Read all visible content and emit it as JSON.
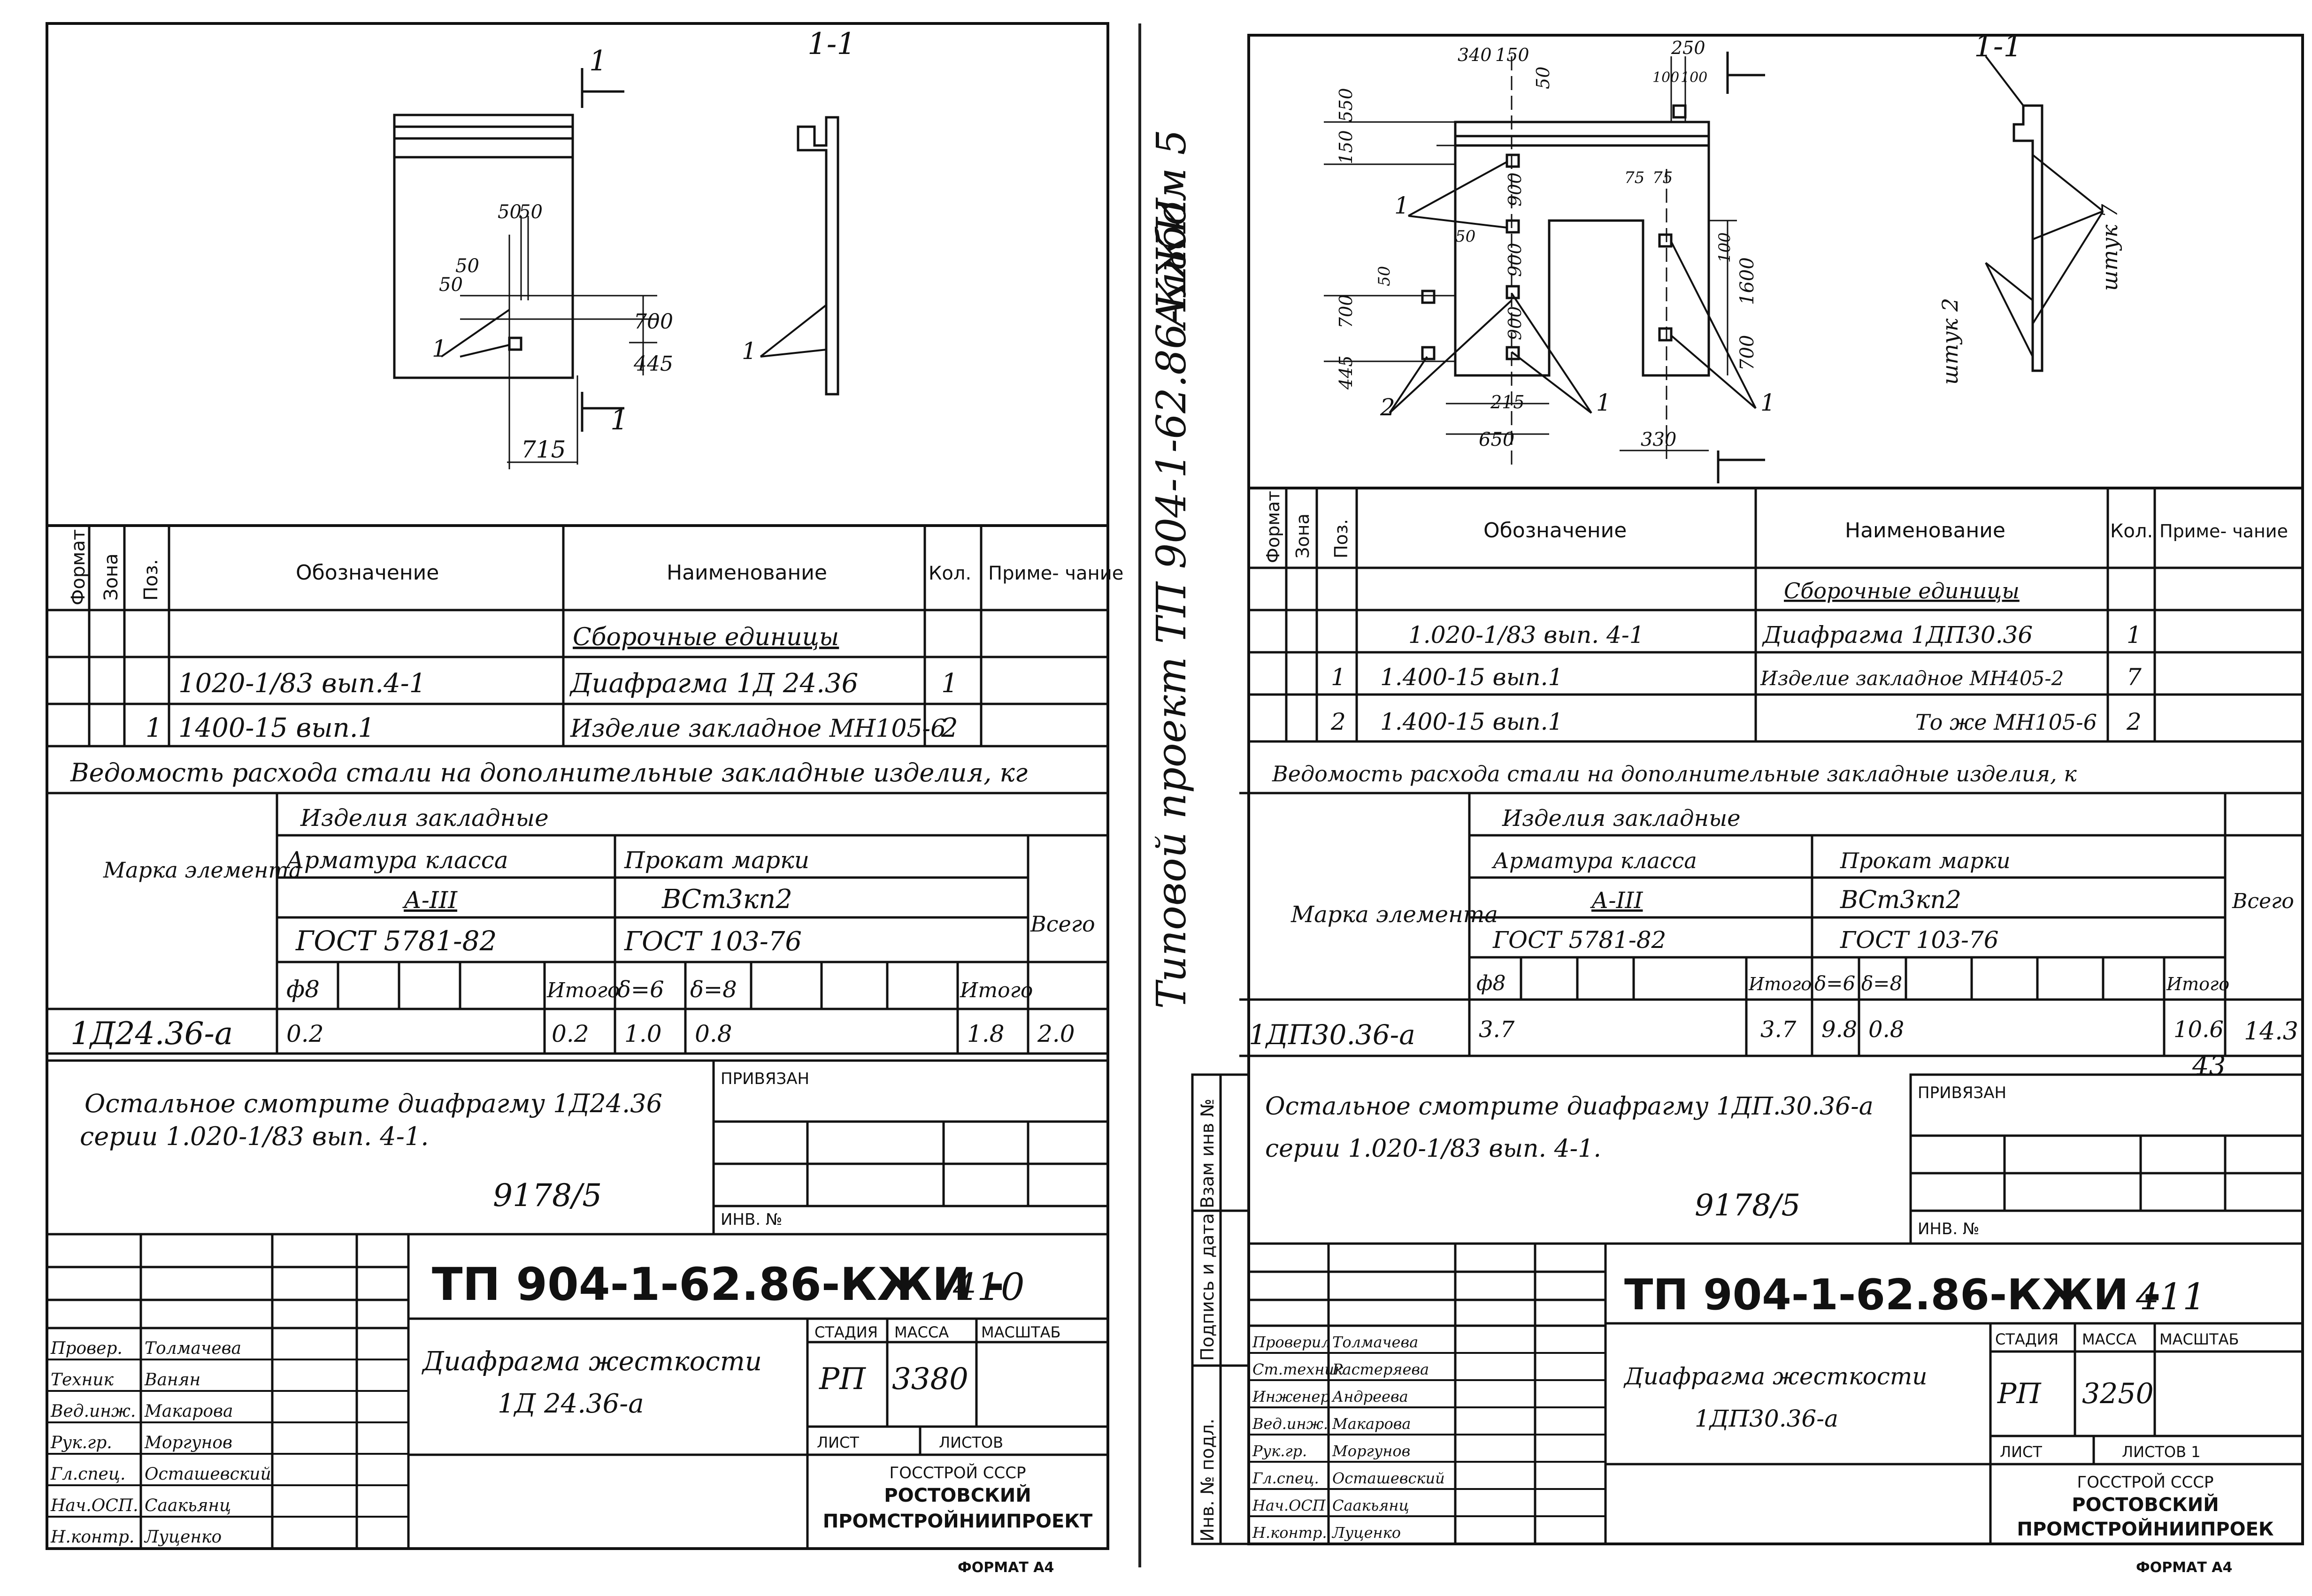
{
  "vertical_caption": {
    "album": "Альбом 5",
    "project": "Типовой проект ТП 904-1-62.86-КЖИ"
  },
  "side_stamp": {
    "inv_podl": "Инв. № подл.",
    "podpis": "Подпись и дата",
    "vzam": "Взам инв №"
  },
  "left": {
    "section_label": "1-1",
    "drawing": {
      "cut_mark": "1",
      "dims": [
        "50",
        "50",
        "50",
        "50",
        "700",
        "445",
        "715"
      ],
      "pos": "1"
    },
    "spec": {
      "headers": [
        "Формат",
        "Зона",
        "Поз.",
        "Обозначение",
        "Наименование",
        "Кол.",
        "Приме- чание"
      ],
      "group": "Сборочные единицы",
      "rows": [
        {
          "pos": "",
          "code": "1020-1/83 вып.4-1",
          "name": "Диафрагма 1Д 24.36",
          "qty": "1"
        },
        {
          "pos": "1",
          "code": "1400-15 вып.1",
          "name": "Изделие закладное МН105-6",
          "qty": "2"
        }
      ]
    },
    "steel": {
      "title": "Ведомость расхода стали на дополнительные закладные изделия, кг",
      "mark_header": "Марка элемента",
      "products": "Изделия закладные",
      "arm_class": "Арматура класса",
      "arm_grade": "А-III",
      "arm_gost": "ГОСТ 5781-82",
      "prokat": "Прокат марки",
      "prokat_grade": "ВСт3кп2",
      "prokat_gost": "ГОСТ 103-76",
      "total": "Всего",
      "cols": [
        "ф8",
        "",
        "",
        "",
        "Итого",
        "δ=6",
        "δ=8",
        "",
        "",
        "",
        "Итого"
      ],
      "row": {
        "mark": "1Д24.36-а",
        "vals": [
          "0.2",
          "",
          "",
          "",
          "0.2",
          "1.0",
          "0.8",
          "",
          "",
          "",
          "1.8"
        ],
        "total": "2.0"
      }
    },
    "note_l1": "Остальное смотрите диафрагму 1Д24.36",
    "note_l2": "серии 1.020-1/83 вып. 4-1.",
    "doc_no": "9178/5",
    "privyazan": "ПРИВЯЗАН",
    "inv": "ИНВ. №",
    "stamp": {
      "code": "ТП 904-1-62.86-КЖИ -",
      "sheet_no": "410",
      "title_l1": "Диафрагма жесткости",
      "title_l2": "1Д 24.36-а",
      "stage_h": "СТАДИЯ",
      "mass_h": "МАССА",
      "scale_h": "МАСШТАБ",
      "stage": "РП",
      "mass": "3380",
      "list": "ЛИСТ",
      "listov": "ЛИСТОВ",
      "org1": "ГОССТРОЙ СССР",
      "org2": "РОСТОВСКИЙ",
      "org3": "ПРОМСТРОЙНИИПРОЕКТ",
      "people": [
        {
          "role": "Провер.",
          "name": "Толмачева"
        },
        {
          "role": "Техник",
          "name": "Ванян"
        },
        {
          "role": "Вед.инж.",
          "name": "Макарова"
        },
        {
          "role": "Рук.гр.",
          "name": "Моргунов"
        },
        {
          "role": "Гл.спец.",
          "name": "Осташевский"
        },
        {
          "role": "Нач.ОСП.",
          "name": "Саакьянц"
        },
        {
          "role": "Н.контр.",
          "name": "Луценко"
        }
      ]
    },
    "format": "ФОРМАТ А4"
  },
  "right": {
    "section_label": "1-1",
    "drawing": {
      "dims_top": [
        "340",
        "150",
        "250",
        "100",
        "100"
      ],
      "dims_left": [
        "150",
        "550",
        "50",
        "50",
        "700",
        "50",
        "445"
      ],
      "dims_mid": [
        "900",
        "900",
        "900",
        "75",
        "75",
        "100",
        "1600",
        "700"
      ],
      "dims_bot": [
        "215",
        "650",
        "330"
      ],
      "pos": [
        "1",
        "1",
        "2",
        "1"
      ],
      "count1": "штук 7",
      "count2": "штук 2"
    },
    "spec": {
      "headers": [
        "Формат",
        "Зона",
        "Поз.",
        "Обозначение",
        "Наименование",
        "Кол.",
        "Приме- чание"
      ],
      "group": "Сборочные единицы",
      "rows": [
        {
          "pos": "",
          "code": "1.020-1/83 вып. 4-1",
          "name": "Диафрагма 1ДП30.36",
          "qty": "1"
        },
        {
          "pos": "1",
          "code": "1.400-15 вып.1",
          "name": "Изделие закладное МН405-2",
          "qty": "7"
        },
        {
          "pos": "2",
          "code": "1.400-15 вып.1",
          "name": "То же МН105-6",
          "qty": "2"
        }
      ]
    },
    "steel": {
      "title": "Ведомость расхода стали на дополнительные закладные изделия, к",
      "mark_header": "Марка элемента",
      "products": "Изделия закладные",
      "arm_class": "Арматура класса",
      "arm_grade": "А-III",
      "arm_gost": "ГОСТ 5781-82",
      "prokat": "Прокат марки",
      "prokat_grade": "ВСт3кп2",
      "prokat_gost": "ГОСТ 103-76",
      "total": "Всего",
      "cols": [
        "ф8",
        "",
        "",
        "",
        "Итого",
        "δ=6",
        "δ=8",
        "",
        "",
        "",
        "Итого"
      ],
      "row": {
        "mark": "1ДП30.36-а",
        "vals": [
          "3.7",
          "",
          "",
          "",
          "3.7",
          "9.8",
          "0.8",
          "",
          "",
          "",
          "10.6"
        ],
        "total": "14.3"
      },
      "extra": "43"
    },
    "note_l1": "Остальное смотрите диафрагму 1ДП.30.36-а",
    "note_l2": "серии 1.020-1/83 вып. 4-1.",
    "doc_no": "9178/5",
    "privyazan": "ПРИВЯЗАН",
    "inv": "ИНВ. №",
    "stamp": {
      "code": "ТП 904-1-62.86-КЖИ -",
      "sheet_no": "411",
      "title_l1": "Диафрагма жесткости",
      "title_l2": "1ДП30.36-а",
      "stage_h": "СТАДИЯ",
      "mass_h": "МАССА",
      "scale_h": "МАСШТАБ",
      "stage": "РП",
      "mass": "3250",
      "list": "ЛИСТ",
      "listov": "ЛИСТОВ 1",
      "org1": "ГОССТРОЙ СССР",
      "org2": "РОСТОВСКИЙ",
      "org3": "ПРОМСТРОЙНИИПРОЕК",
      "people": [
        {
          "role": "Проверил",
          "name": "Толмачева"
        },
        {
          "role": "Ст.техник",
          "name": "Растеряева"
        },
        {
          "role": "Инженер",
          "name": "Андреева"
        },
        {
          "role": "Вед.инж.",
          "name": "Макарова"
        },
        {
          "role": "Рук.гр.",
          "name": "Моргунов"
        },
        {
          "role": "Гл.спец.",
          "name": "Осташевский"
        },
        {
          "role": "Нач.ОСП",
          "name": "Саакьянц"
        },
        {
          "role": "Н.контр.",
          "name": "Луценко"
        }
      ]
    },
    "format": "ФОРМАТ А4"
  }
}
